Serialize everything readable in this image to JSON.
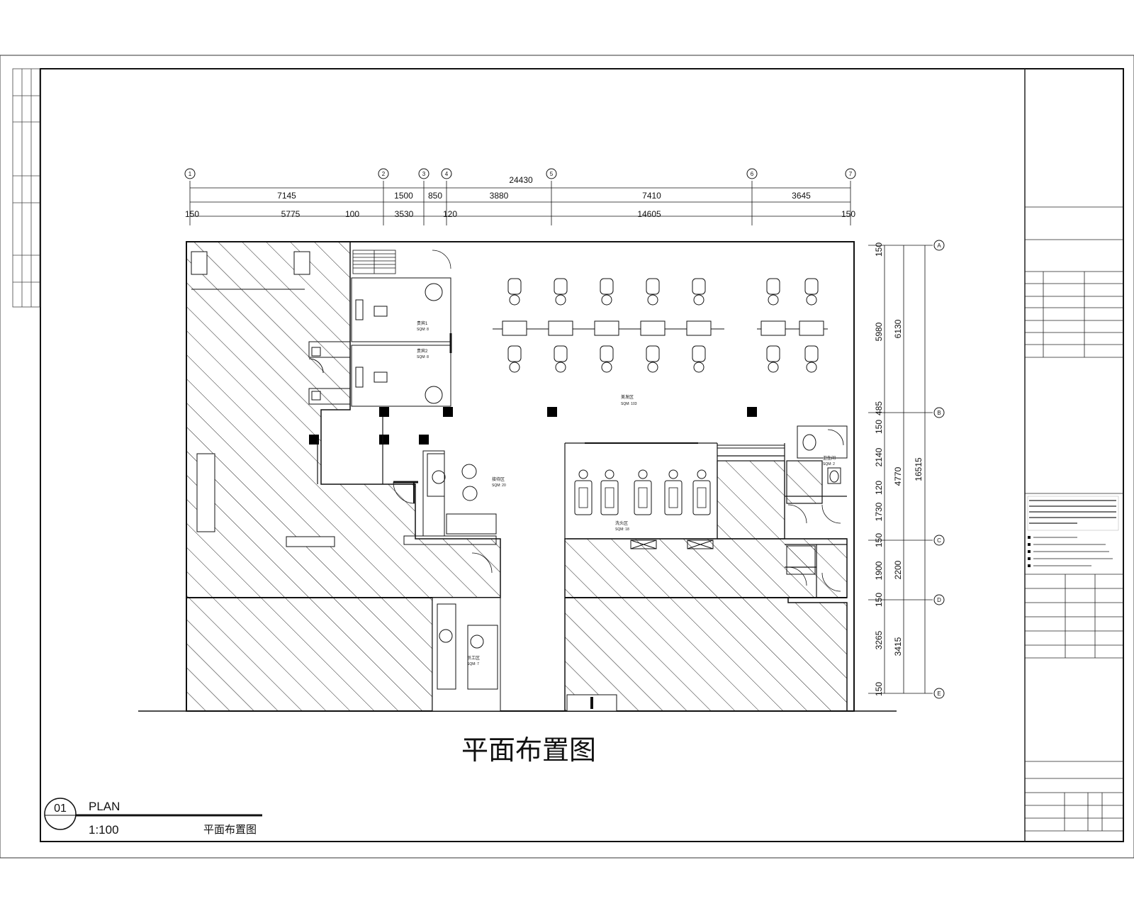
{
  "drawing": {
    "main_title": "平面布置图",
    "plan_label": "PLAN",
    "scale": "1:100",
    "plan_subtitle": "平面布置图",
    "view_number": "01"
  },
  "top_dimensions": {
    "overall": "24430",
    "row1": [
      "7145",
      "1500",
      "850",
      "3880",
      "7410",
      "3645"
    ],
    "row2": [
      "150",
      "5775",
      "100",
      "3530",
      "120",
      "14605",
      "150"
    ]
  },
  "right_dimensions": {
    "inner": [
      "150",
      "5980",
      "485",
      "150",
      "2140",
      "120",
      "1730",
      "150",
      "1900",
      "150",
      "3265",
      "150"
    ],
    "middle": [
      "6130",
      "4770",
      "2200",
      "3415"
    ],
    "overall": "16515"
  },
  "column_grid_numbers": [
    "1",
    "2",
    "3",
    "4",
    "5",
    "6",
    "7"
  ],
  "row_grid_letters": [
    "A",
    "B",
    "C",
    "D",
    "E"
  ],
  "rooms": {
    "vip1": {
      "name": "贵宾1",
      "area": "SQM: 8"
    },
    "vip2": {
      "name": "贵宾2",
      "area": "SQM: 8"
    },
    "main_hall": {
      "name": "美发区",
      "area": "SQM: 103"
    },
    "reception": {
      "name": "接待区",
      "area": "SQM: 20"
    },
    "wash_area": {
      "name": "洗头区",
      "area": "SQM: 18"
    },
    "toilet": {
      "name": "卫生间",
      "area": "SQM: 2"
    },
    "staff": {
      "name": "员工区",
      "area": "SQM: 7"
    }
  }
}
